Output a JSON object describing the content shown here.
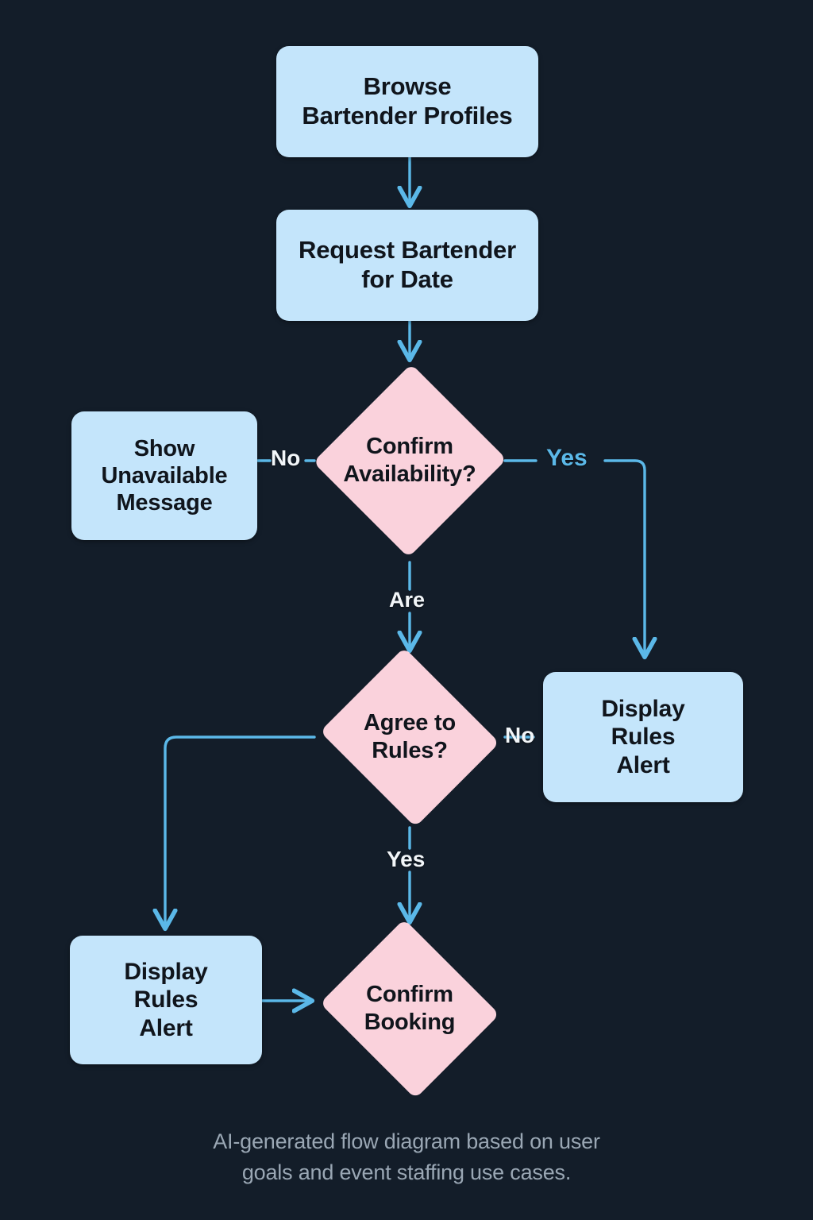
{
  "diagram": {
    "background_color": "#131d29",
    "process_color": "#c4e5fb",
    "decision_color": "#fad2dc",
    "connector_color": "#5bb8e8",
    "caption": "AI-generated flow diagram based on user goals and event staffing use cases.",
    "nodes": [
      {
        "id": "browse",
        "type": "process",
        "text": "Browse\nBartender Profiles"
      },
      {
        "id": "request",
        "type": "process",
        "text": "Request Bartender\nfor Date"
      },
      {
        "id": "confirm_avail",
        "type": "decision",
        "text": "Confirm\nAvailability?"
      },
      {
        "id": "show_unavail",
        "type": "process",
        "text": "Show\nUnavailable\nMessage"
      },
      {
        "id": "rules_right",
        "type": "process",
        "text": "Display\nRules\nAlert"
      },
      {
        "id": "agree_rules",
        "type": "decision",
        "text": "Agree to\nRules?"
      },
      {
        "id": "rules_left",
        "type": "process",
        "text": "Display\nRules\nAlert"
      },
      {
        "id": "confirm_book",
        "type": "decision",
        "text": "Confirm\nBooking"
      }
    ],
    "edge_labels": [
      {
        "id": "no_avail",
        "text": "No",
        "color": "white"
      },
      {
        "id": "yes_avail",
        "text": "Yes",
        "color": "blue"
      },
      {
        "id": "are",
        "text": "Are",
        "color": "white"
      },
      {
        "id": "no_rules",
        "text": "No",
        "color": "white"
      },
      {
        "id": "yes_rules",
        "text": "Yes",
        "color": "white"
      }
    ]
  },
  "nodes": {
    "browse": {
      "line1": "Browse",
      "line2": "Bartender Profiles"
    },
    "request": {
      "line1": "Request Bartender",
      "line2": "for Date"
    },
    "confirm_avail": {
      "line1": "Confirm",
      "line2": "Availability?"
    },
    "show_unavail": {
      "line1": "Show",
      "line2": "Unavailable",
      "line3": "Message"
    },
    "rules_right": {
      "line1": "Display",
      "line2": "Rules",
      "line3": "Alert"
    },
    "agree_rules": {
      "line1": "Agree to",
      "line2": "Rules?"
    },
    "rules_left": {
      "line1": "Display",
      "line2": "Rules",
      "line3": "Alert"
    },
    "confirm_book": {
      "line1": "Confirm",
      "line2": "Booking"
    }
  },
  "labels": {
    "no_avail": "No",
    "yes_avail": "Yes",
    "are": "Are",
    "no_rules": "No",
    "yes_rules": "Yes"
  },
  "caption": {
    "line1": "AI-generated flow diagram based on user",
    "line2": "goals and event staffing use cases."
  }
}
